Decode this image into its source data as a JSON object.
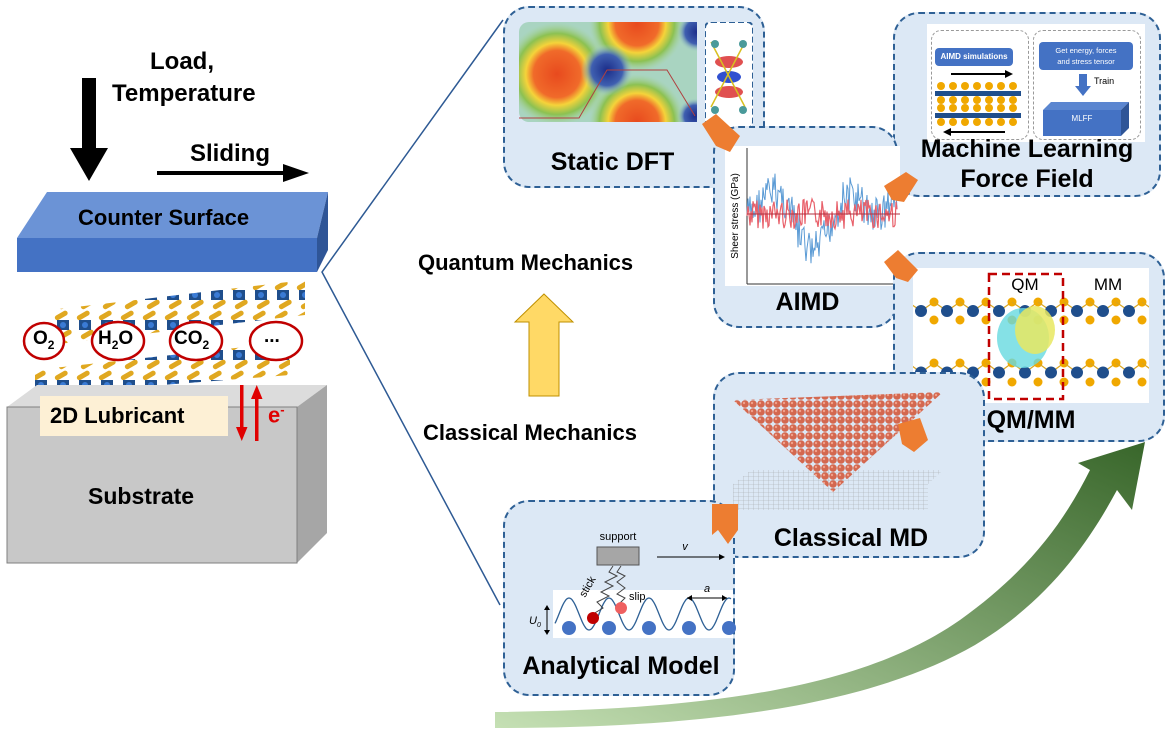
{
  "left_panel": {
    "load_label": "Load,",
    "temperature_label": "Temperature",
    "sliding_label": "Sliding",
    "counter_surface_label": "Counter Surface",
    "lubricant_label": "2D Lubricant",
    "substrate_label": "Substrate",
    "electron_label": "e",
    "electron_superscript": "-",
    "molecules": [
      {
        "base": "O",
        "sub": "2",
        "tail": ""
      },
      {
        "base": "H",
        "sub": "2",
        "tail": "O"
      },
      {
        "base": "CO",
        "sub": "2",
        "tail": ""
      },
      {
        "base": "...",
        "sub": "",
        "tail": ""
      }
    ]
  },
  "scale_axis": {
    "top_label": "Quantum Mechanics",
    "bottom_label": "Classical Mechanics"
  },
  "methods": {
    "static_dft": {
      "title": "Static DFT"
    },
    "aimd": {
      "title": "AIMD",
      "ylabel": "Sheer stress (GPa)"
    },
    "mlff": {
      "title_line1": "Machine Learning",
      "title_line2": "Force Field",
      "step1": "AIMD simulations",
      "step2_line1": "Get energy, forces",
      "step2_line2": "and stress tensor",
      "train_label": "Train",
      "model_label": "MLFF"
    },
    "qmmm": {
      "title": "QM/MM",
      "qm_label": "QM",
      "mm_label": "MM"
    },
    "classical_md": {
      "title": "Classical MD"
    },
    "analytical": {
      "title": "Analytical Model",
      "support_label": "support",
      "velocity_label": "v",
      "stick_label": "stick",
      "slip_label": "slip",
      "period_label": "a",
      "potential_label": "U",
      "potential_sub": "0"
    }
  },
  "colors": {
    "box_fill": "#dce8f5",
    "box_border": "#2e6095",
    "counter_surface": "#4472c4",
    "substrate": "#c8c8c8",
    "lubricant_label_bg": "#fdf0d5",
    "flow_arrow": "#ed7d31",
    "scale_arrow": "#ffd966",
    "progress_arrow": "#548235",
    "electron": "#e00000"
  }
}
